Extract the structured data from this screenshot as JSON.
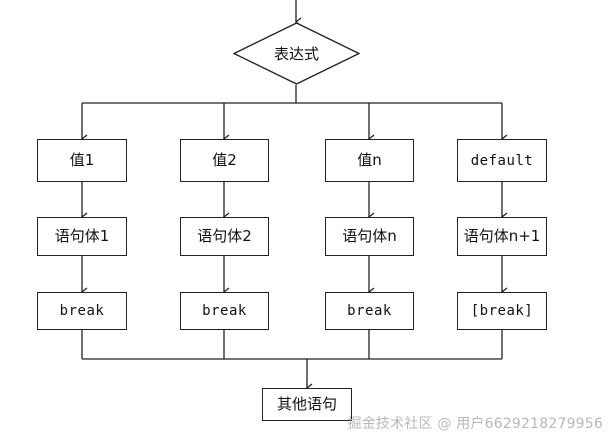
{
  "diagram": {
    "title_node": {
      "label": "表达式",
      "shape": "diamond"
    },
    "columns": [
      {
        "value": "值1",
        "body": "语句体1",
        "jump": "break"
      },
      {
        "value": "值2",
        "body": "语句体2",
        "jump": "break"
      },
      {
        "value": "值n",
        "body": "语句体n",
        "jump": "break"
      },
      {
        "value": "default",
        "body": "语句体n+1",
        "jump": "[break]"
      }
    ],
    "end_node": {
      "label": "其他语句"
    },
    "colors": {
      "background": "#ffffff",
      "stroke": "#222222",
      "text": "#111111",
      "watermark": "#b8b8b8"
    }
  },
  "watermark": {
    "text": "掘金技术社区 @ 用户6629218279956"
  }
}
